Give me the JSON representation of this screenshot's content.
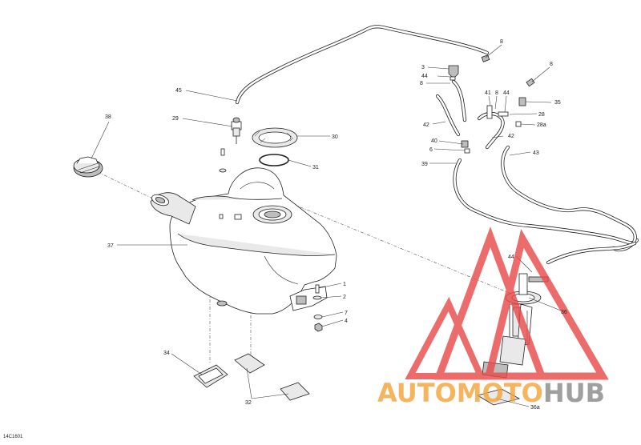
{
  "diagram": {
    "code": "14C1601",
    "callouts": {
      "c38": "38",
      "c29": "29",
      "c45": "45",
      "c30": "30",
      "c31": "31",
      "c37": "37",
      "c34": "34",
      "c32": "32",
      "c1": "1",
      "c2": "2",
      "c7": "7",
      "c4": "4",
      "c3": "3",
      "c44a": "44",
      "c8a": "8",
      "c8b": "8",
      "c8c": "8",
      "c8d": "8",
      "c41": "41",
      "c44b": "44",
      "c35": "35",
      "c28": "28",
      "c28a": "28a",
      "c42a": "42",
      "c42b": "42",
      "c40": "40",
      "c6": "6",
      "c43": "43",
      "c39": "39",
      "c44c": "44",
      "c36": "36",
      "c36a": "36a"
    }
  },
  "watermark": {
    "part1": "AUTO",
    "part2": "MOTO",
    "part3": "HUB",
    "colors": {
      "triangle": "#e94b4b",
      "orange": "#f3a53c",
      "gray": "#8a8a8a"
    }
  }
}
